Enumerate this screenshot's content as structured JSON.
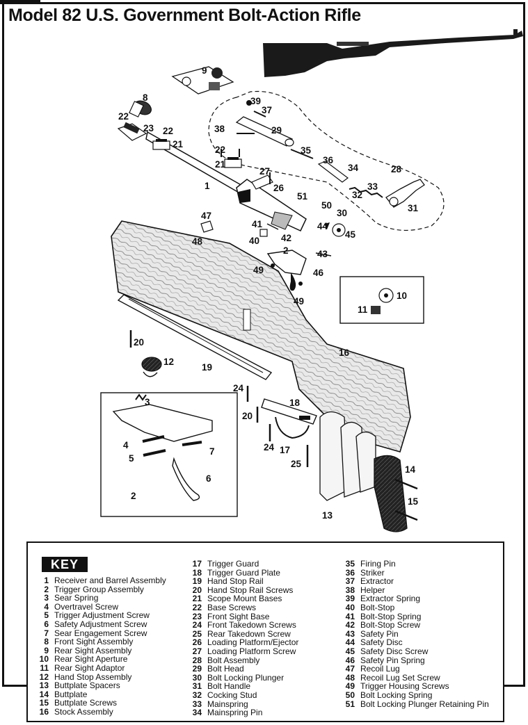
{
  "title": "Model 82 U.S. Government Bolt-Action Rifle",
  "key_label": "KEY",
  "callouts": [
    "1",
    "2",
    "3",
    "4",
    "5",
    "6",
    "7",
    "8",
    "9",
    "10",
    "11",
    "12",
    "13",
    "14",
    "15",
    "16",
    "17",
    "18",
    "19",
    "20",
    "21",
    "22",
    "23",
    "24",
    "25",
    "26",
    "27",
    "28",
    "29",
    "30",
    "31",
    "32",
    "33",
    "34",
    "35",
    "36",
    "37",
    "38",
    "39",
    "40",
    "41",
    "42",
    "43",
    "44",
    "45",
    "46",
    "47",
    "48",
    "49",
    "50",
    "51"
  ],
  "key_columns": [
    [
      {
        "num": "1",
        "name": "Receiver and Barrel Assembly"
      },
      {
        "num": "2",
        "name": "Trigger Group Assembly"
      },
      {
        "num": "3",
        "name": "Sear Spring"
      },
      {
        "num": "4",
        "name": "Overtravel Screw"
      },
      {
        "num": "5",
        "name": "Trigger Adjustment Screw"
      },
      {
        "num": "6",
        "name": "Safety Adjustment Screw"
      },
      {
        "num": "7",
        "name": "Sear Engagement Screw"
      },
      {
        "num": "8",
        "name": "Front Sight Assembly"
      },
      {
        "num": "9",
        "name": "Rear Sight Assembly"
      },
      {
        "num": "10",
        "name": "Rear Sight Aperture"
      },
      {
        "num": "11",
        "name": "Rear Sight Adaptor"
      },
      {
        "num": "12",
        "name": "Hand Stop Assembly"
      },
      {
        "num": "13",
        "name": "Buttplate Spacers"
      },
      {
        "num": "14",
        "name": "Buttplate"
      },
      {
        "num": "15",
        "name": "Buttplate Screws"
      },
      {
        "num": "16",
        "name": "Stock Assembly"
      }
    ],
    [
      {
        "num": "17",
        "name": "Trigger Guard"
      },
      {
        "num": "18",
        "name": "Trigger Guard Plate"
      },
      {
        "num": "19",
        "name": "Hand Stop Rail"
      },
      {
        "num": "20",
        "name": "Hand Stop Rail Screws"
      },
      {
        "num": "21",
        "name": "Scope Mount Bases"
      },
      {
        "num": "22",
        "name": "Base Screws"
      },
      {
        "num": "23",
        "name": "Front Sight Base"
      },
      {
        "num": "24",
        "name": "Front Takedown Screws"
      },
      {
        "num": "25",
        "name": "Rear Takedown Screw"
      },
      {
        "num": "26",
        "name": "Loading Platform/Ejector"
      },
      {
        "num": "27",
        "name": "Loading Platform Screw"
      },
      {
        "num": "28",
        "name": "Bolt Assembly"
      },
      {
        "num": "29",
        "name": "Bolt Head"
      },
      {
        "num": "30",
        "name": "Bolt Locking Plunger"
      },
      {
        "num": "31",
        "name": "Bolt Handle"
      },
      {
        "num": "32",
        "name": "Cocking Stud"
      },
      {
        "num": "33",
        "name": "Mainspring"
      },
      {
        "num": "34",
        "name": "Mainspring Pin"
      }
    ],
    [
      {
        "num": "35",
        "name": "Firing Pin"
      },
      {
        "num": "36",
        "name": "Striker"
      },
      {
        "num": "37",
        "name": "Extractor"
      },
      {
        "num": "38",
        "name": "Helper"
      },
      {
        "num": "39",
        "name": "Extractor Spring"
      },
      {
        "num": "40",
        "name": "Bolt-Stop"
      },
      {
        "num": "41",
        "name": "Bolt-Stop Spring"
      },
      {
        "num": "42",
        "name": "Bolt-Stop Screw"
      },
      {
        "num": "43",
        "name": "Safety Pin"
      },
      {
        "num": "44",
        "name": "Safety Disc"
      },
      {
        "num": "45",
        "name": "Safety Disc Screw"
      },
      {
        "num": "46",
        "name": "Safety Pin Spring"
      },
      {
        "num": "47",
        "name": "Recoil Lug"
      },
      {
        "num": "48",
        "name": "Recoil Lug Set Screw"
      },
      {
        "num": "49",
        "name": "Trigger Housing Screws"
      },
      {
        "num": "50",
        "name": "Bolt Locking Spring"
      },
      {
        "num": "51",
        "name": "Bolt Locking Plunger Retaining Pin"
      }
    ]
  ]
}
